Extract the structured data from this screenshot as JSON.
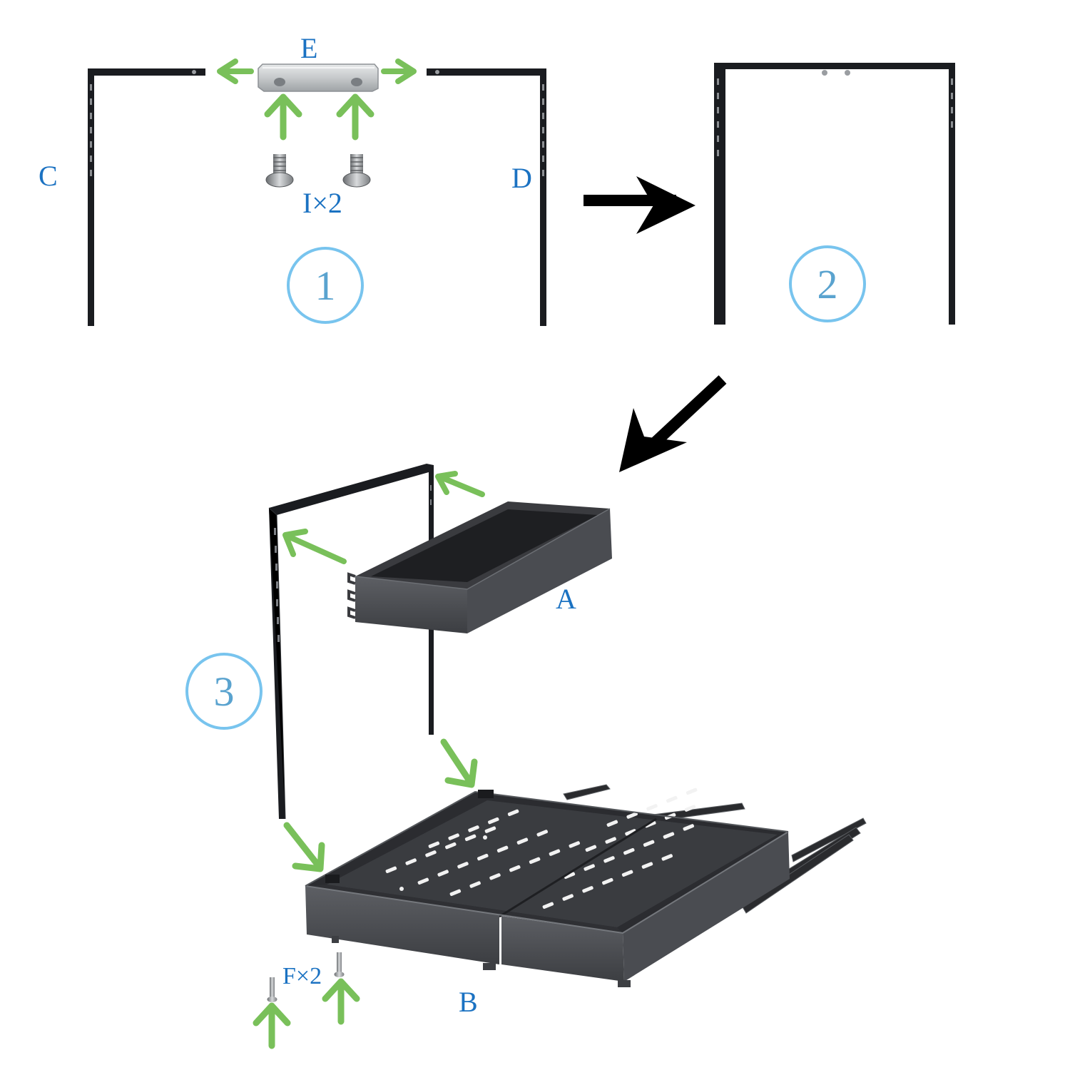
{
  "labels": {
    "E": "E",
    "C": "C",
    "D": "D",
    "I": "I×2",
    "A": "A",
    "B": "B",
    "F": "F×2"
  },
  "steps": [
    "1",
    "2",
    "3"
  ],
  "colors": {
    "label_blue": "#1b72c2",
    "step_circle": "#78c4ee",
    "guide_arrow": "#79c05a",
    "frame": "#1a1c20",
    "drawer_dark": "#3a3b3f",
    "drawer_face": "#55575c",
    "bracket_metal": "#c9ccce"
  },
  "icons": {
    "process_arrow": "black-arrow-icon",
    "guide_arrow": "green-arrow-icon",
    "screw": "screw-icon"
  }
}
